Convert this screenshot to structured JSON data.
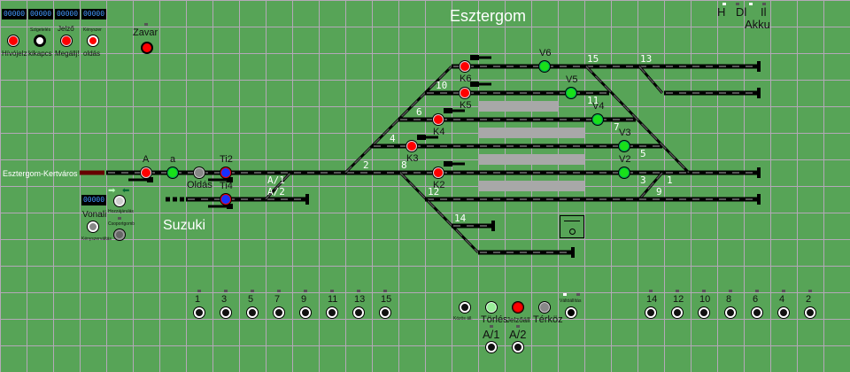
{
  "title": "Esztergom",
  "branch_label": "Suzuki",
  "entry_label": "Esztergom-Kertváros",
  "counters": [
    "00000",
    "00000",
    "00000",
    "00000",
    "00000"
  ],
  "top_buttons": [
    {
      "top": "",
      "bottom": "Hívójelz"
    },
    {
      "top": "Szigetelés",
      "bottom": "kikapcs"
    },
    {
      "top": "Jelző",
      "bottom": "Megállj!"
    },
    {
      "top": "Kényszer",
      "bottom": "oldás"
    }
  ],
  "zavar": "Zavar",
  "indicators": {
    "h": "H",
    "dl": "Dl",
    "il": "Il",
    "akku": "Akku"
  },
  "left_controls": {
    "hozzajarulas": "Hozzájárulás",
    "vonali": "Vonali",
    "vonali_sub": "Kényszerváltás",
    "csoport": "Csoportgomb"
  },
  "signals": {
    "A": "A",
    "a": "a",
    "oldas": "Oldás",
    "Ti2": "Ti2",
    "Ti4": "Ti4",
    "K2": "K2",
    "K3": "K3",
    "K4": "K4",
    "K5": "K5",
    "K6": "K6",
    "V2": "V2",
    "V3": "V3",
    "V4": "V4",
    "V5": "V5",
    "V6": "V6"
  },
  "switches": {
    "s1": "1",
    "s2": "2",
    "s3": "3",
    "s4": "4",
    "s5": "5",
    "s6": "6",
    "s7": "7",
    "s8": "8",
    "s9": "9",
    "s10": "10",
    "s11": "11",
    "s12": "12",
    "s13": "13",
    "s14": "14",
    "s15": "15",
    "a1": "A/1",
    "a2": "A/2"
  },
  "switch_buttons_left": [
    "1",
    "3",
    "5",
    "7",
    "9",
    "11",
    "13",
    "15"
  ],
  "switch_buttons_right": [
    "14",
    "12",
    "10",
    "8",
    "6",
    "4",
    "2"
  ],
  "commands": {
    "kozos": "Közös áll.",
    "torles": "Törlés",
    "jelzoall": "Jelzőáll",
    "terkoz": "Térköz",
    "valto": "Váltóállítás",
    "a1": "A/1",
    "a2": "A/2"
  }
}
